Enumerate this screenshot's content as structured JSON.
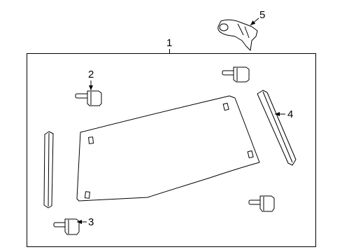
{
  "callouts": {
    "assembly": "1",
    "upper_clip": "2",
    "lower_clip": "3",
    "right_molding": "4",
    "hinge_bracket": "5"
  },
  "colors": {
    "line": "#000000",
    "background": "#ffffff",
    "part_fill": "#ffffff"
  }
}
